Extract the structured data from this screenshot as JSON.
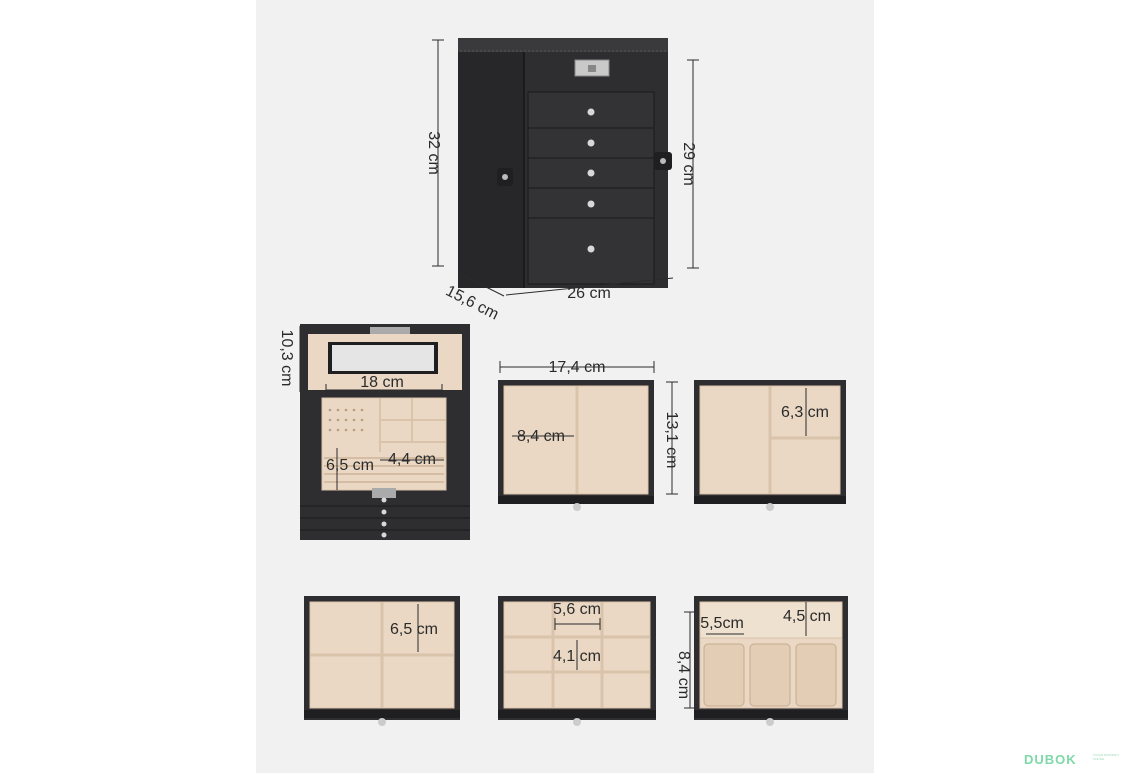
{
  "palette": {
    "panel": "#f1f1f1",
    "box": "#2e2e30",
    "box_edge": "#1c1c1e",
    "lining": "#ead8c4",
    "lining_dark": "#d9c3ab",
    "brand": "#7ed8a8"
  },
  "dimensions": {
    "cabinet_height": "32 cm",
    "drawers_height": "29 cm",
    "cabinet_depth": "15,6 cm",
    "cabinet_width": "26 cm",
    "top_height": "10,3 cm",
    "top_width": "18 cm",
    "ring_roll_height": "6,5 cm",
    "small_compartment": "4,4 cm",
    "drawer_width": "17,4 cm",
    "drawer_depth": "13,1 cm",
    "drawer1_compartment": "8,4 cm",
    "drawer2_compartment": "6,3 cm",
    "drawer3_compartment": "6,5 cm",
    "drawer4_width": "5,6 cm",
    "drawer4_depth": "4,1 cm",
    "drawer5_cushion": "5,5cm",
    "drawer5_slot": "4,5 cm",
    "drawer5_height": "8,4 cm"
  },
  "branding": {
    "logo_text": "DUBOK",
    "tagline": "TOVAR ROZNIGKY ONLINE"
  }
}
